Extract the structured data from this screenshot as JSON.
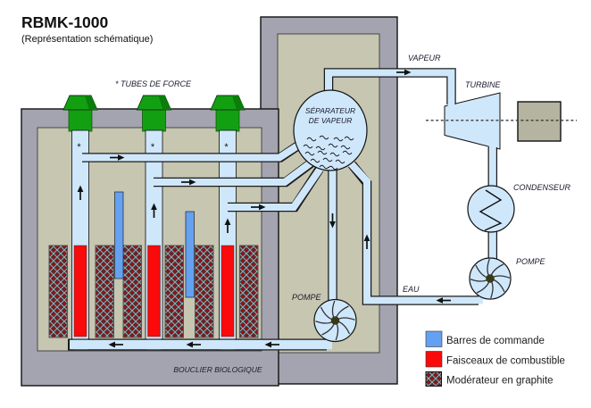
{
  "header": {
    "title": "RBMK-1000",
    "subtitle": "(Représentation schématique)"
  },
  "annotations": {
    "tubes_de_force": "* TUBES DE FORCE",
    "asterisk": "*",
    "bouclier_biologique": "BOUCLIER BIOLOGIQUE"
  },
  "components": {
    "separateur_line1": "SÉPARATEUR",
    "separateur_line2": "DE VAPEUR",
    "turbine": "TURBINE",
    "condenseur": "CONDENSEUR",
    "pompe_condensat": "POMPE",
    "pompe_circulation": "POMPE"
  },
  "flows": {
    "vapeur": "VAPEUR",
    "eau": "EAU"
  },
  "legend": {
    "items": [
      {
        "label": "Barres de commande",
        "color": "#64a1f1"
      },
      {
        "label": "Faisceaux de combustible",
        "color": "#fa0a0a"
      },
      {
        "label": "Modérateur en graphite",
        "color": "#9c1212"
      }
    ]
  },
  "colors": {
    "wall": "#a4a4b0",
    "interior": "#c6c6b1",
    "coolant": "#cfe7fb",
    "cap_green": "#12a012",
    "generator": "#b4b4a0"
  }
}
